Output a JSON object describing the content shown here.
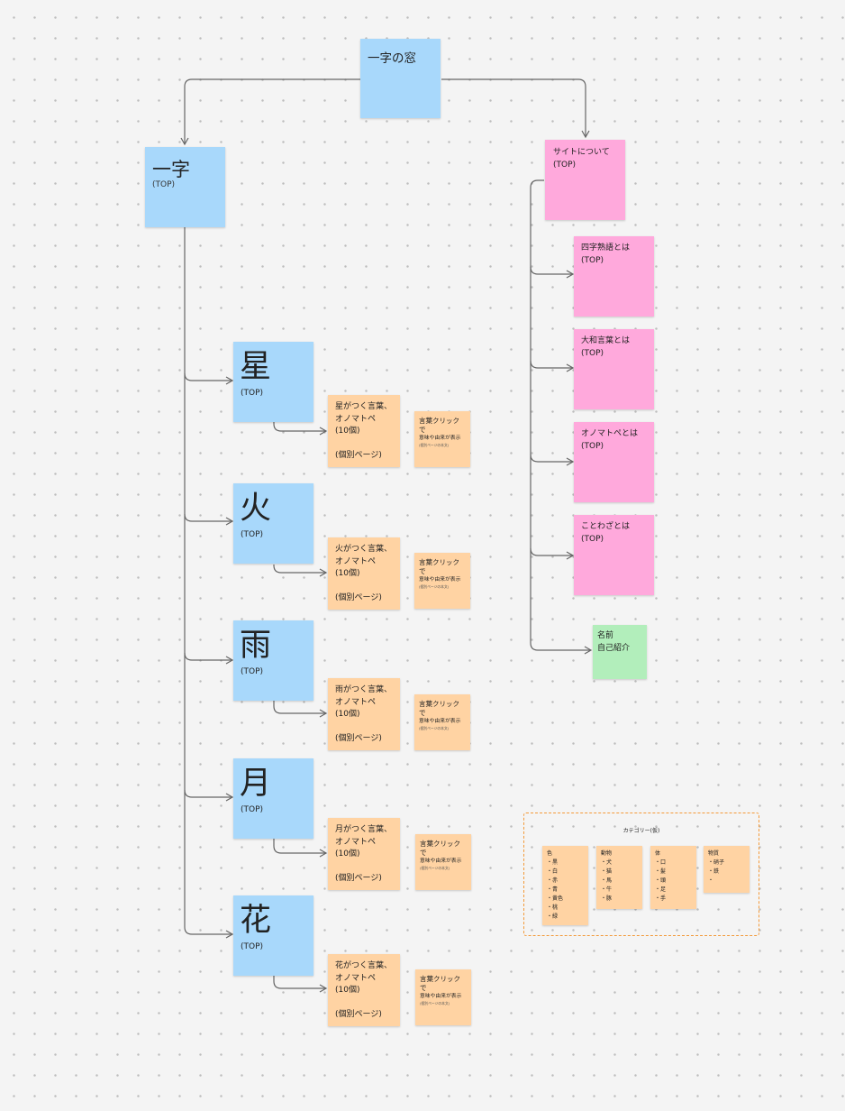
{
  "root": {
    "title": "一字の窓"
  },
  "ichiji": {
    "title": "一字",
    "sub": "(TOP)"
  },
  "kanji": [
    {
      "char": "星",
      "top": "(TOP)",
      "desc": "星がつく言葉、\nオノマトペ\n(10個)\n\n(個別ページ)",
      "note1": "言葉クリックで",
      "note2": "意味や由来が表示",
      "note3": "(個別ページの本文)"
    },
    {
      "char": "火",
      "top": "(TOP)",
      "desc": "火がつく言葉、\nオノマトペ\n(10個)\n\n(個別ページ)",
      "note1": "言葉クリックで",
      "note2": "意味や由来が表示",
      "note3": "(個別ページの本文)"
    },
    {
      "char": "雨",
      "top": "(TOP)",
      "desc": "雨がつく言葉、\nオノマトペ\n(10個)\n\n(個別ページ)",
      "note1": "言葉クリックで",
      "note2": "意味や由来が表示",
      "note3": "(個別ページの本文)"
    },
    {
      "char": "月",
      "top": "(TOP)",
      "desc": "月がつく言葉、\nオノマトペ\n(10個)\n\n(個別ページ)",
      "note1": "言葉クリックで",
      "note2": "意味や由来が表示",
      "note3": "(個別ページの本文)"
    },
    {
      "char": "花",
      "top": "(TOP)",
      "desc": "花がつく言葉、\nオノマトペ\n(10個)\n\n(個別ページ)",
      "note1": "言葉クリックで",
      "note2": "意味や由来が表示",
      "note3": "(個別ページの本文)"
    }
  ],
  "about": {
    "title": "サイトについて\n(TOP)"
  },
  "about_pages": [
    {
      "title": "四字熟語とは\n(TOP)"
    },
    {
      "title": "大和言葉とは\n(TOP)"
    },
    {
      "title": "オノマトペとは\n(TOP)"
    },
    {
      "title": "ことわざとは\n(TOP)"
    }
  ],
  "profile": {
    "title": "名前\n自己紹介"
  },
  "category": {
    "title": "カテゴリー(仮)",
    "items": [
      {
        "text": "色\n・黒\n・白\n・赤\n・青\n・黄色\n・桃\n・緑"
      },
      {
        "text": "動物\n・犬\n・猫\n・馬\n・牛\n・豚"
      },
      {
        "text": "体\n・口\n・髪\n・頭\n・足\n・手"
      },
      {
        "text": "物質\n・硝子\n・鉄\n・"
      }
    ]
  },
  "colors": {
    "blue": "#a8d8fb",
    "pink": "#ffa9dc",
    "peach": "#ffd3a3",
    "green": "#b2eebb",
    "dashed": "#f39a3a",
    "line": "#666666"
  }
}
